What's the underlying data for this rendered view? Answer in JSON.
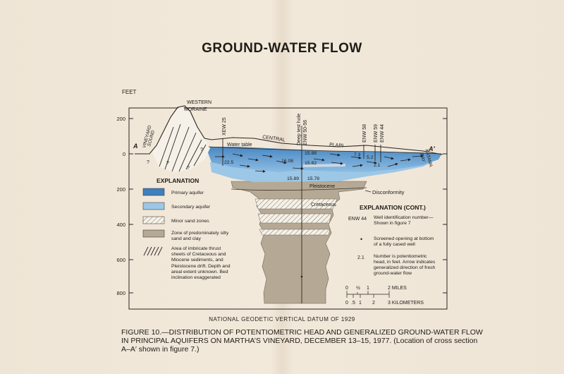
{
  "title": "GROUND-WATER FLOW",
  "axis": {
    "unit_label": "FEET",
    "ticks": [
      "200",
      "0",
      "200",
      "400",
      "600",
      "800"
    ]
  },
  "section": {
    "left_end": "A",
    "right_end": "A′",
    "left_water_body": [
      "VINEYARD",
      "SOUND"
    ],
    "right_water_body": [
      "KATAMA",
      "BAY"
    ],
    "moraine_label": [
      "WESTERN",
      "MORAINE"
    ],
    "plain_labels": [
      "CENTRAL",
      "PLAIN"
    ],
    "water_table_label": "Water table",
    "unknown_marks": [
      "?",
      "?",
      "?",
      "?"
    ],
    "wells": [
      {
        "id": "XEW 25"
      },
      {
        "id": "Deep test hole",
        "id2": "ENW 50-56"
      },
      {
        "id": "ENW 58"
      },
      {
        "id": "ENW 59"
      },
      {
        "id": "ENW 44"
      }
    ],
    "heads": [
      "22.5",
      "16.08",
      "15.88",
      "15.82",
      "15.89",
      "15.78",
      "7.3",
      "5.2",
      "2.1"
    ],
    "unit_labels": [
      "Pleistocene",
      "Cretaceous"
    ],
    "disconformity_label": "Disconformity"
  },
  "explanation": {
    "title": "EXPLANATION",
    "items": [
      {
        "label": "Primary aquifer",
        "color": "#3f7fbe"
      },
      {
        "label": "Secondary aquifer",
        "color": "#9cc7e6"
      },
      {
        "label": "Minor sand zones"
      },
      {
        "label": "Zone of predominately silty sand and clay",
        "color": "#b5a995"
      },
      {
        "label": "Area of imbricate thrust sheets of Cretaceous and Miocene sediments, and Pleistocene drift. Depth and areal extent unknown. Bed inclination exaggerated"
      }
    ]
  },
  "explanation_cont": {
    "title": "EXPLANATION (CONT.)",
    "items": [
      {
        "symbol": "ENW 44",
        "text": "Well identification number—Shown in figure 7"
      },
      {
        "symbol": "•",
        "text": "Screened opening at bottom of a fully cased well"
      },
      {
        "symbol": "2.1",
        "text": "Number is potentiometric head, in feet. Arrow indicates generalized direction of fresh ground-water flow"
      }
    ]
  },
  "scale": {
    "miles_ticks": [
      "0",
      "½",
      "1",
      "2 MILES"
    ],
    "km_ticks": [
      "0",
      ".5",
      "1",
      "2",
      "3 KILOMETERS"
    ]
  },
  "datum": "NATIONAL GEODETIC VERTICAL DATUM OF 1929",
  "caption": {
    "line1": "FIGURE 10.—DISTRIBUTION OF POTENTIOMETRIC HEAD AND GENERALIZED GROUND-WATER FLOW",
    "line2": "IN PRINCIPAL AQUIFERS ON MARTHA’S VINEYARD, DECEMBER 13–15, 1977. (Location of cross section",
    "line3": "A–A′ shown in figure 7.)"
  },
  "colors": {
    "background": "#efe5d6",
    "primary_aquifer": "#3f7fbe",
    "secondary_aquifer": "#9cc7e6",
    "silty_sand": "#b5a995"
  }
}
